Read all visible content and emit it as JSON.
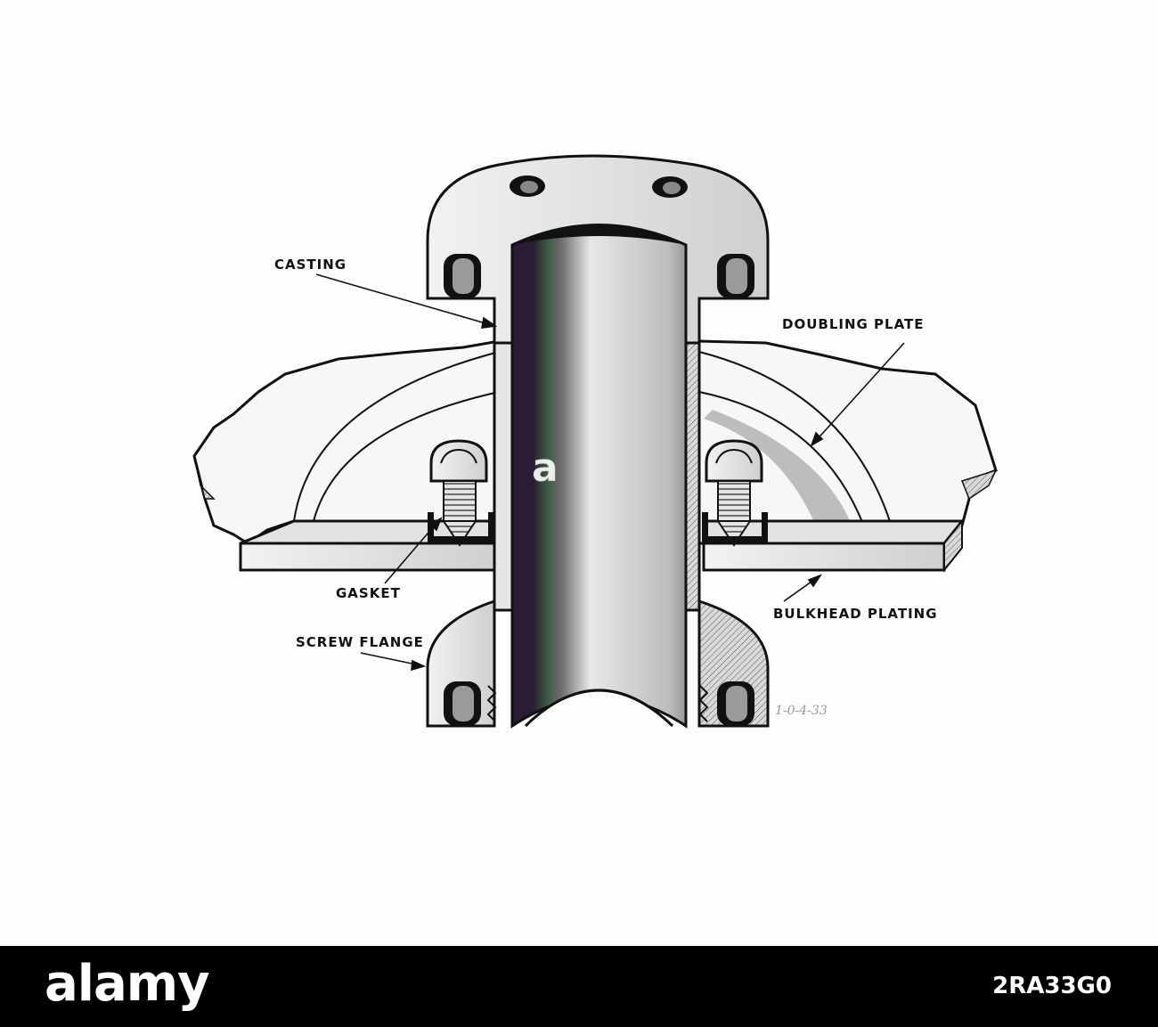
{
  "diagram": {
    "labels": {
      "casting": "CASTING",
      "doubling_plate": "DOUBLING PLATE",
      "gasket": "GASKET",
      "bulkhead_plating": "BULKHEAD PLATING",
      "screw_flange": "SCREW FLANGE"
    },
    "handwritten_note": "1-0-4-33",
    "watermark": "a"
  },
  "footer": {
    "brand": "alamy",
    "image_id": "2RA33G0"
  },
  "colors": {
    "ink": "#111111",
    "metal_light": "#e9e9e7",
    "metal_mid": "#bdbdbb",
    "bore_dark": "#2a1c34",
    "bore_green": "#3c5a44",
    "footer_bg": "#000000"
  }
}
